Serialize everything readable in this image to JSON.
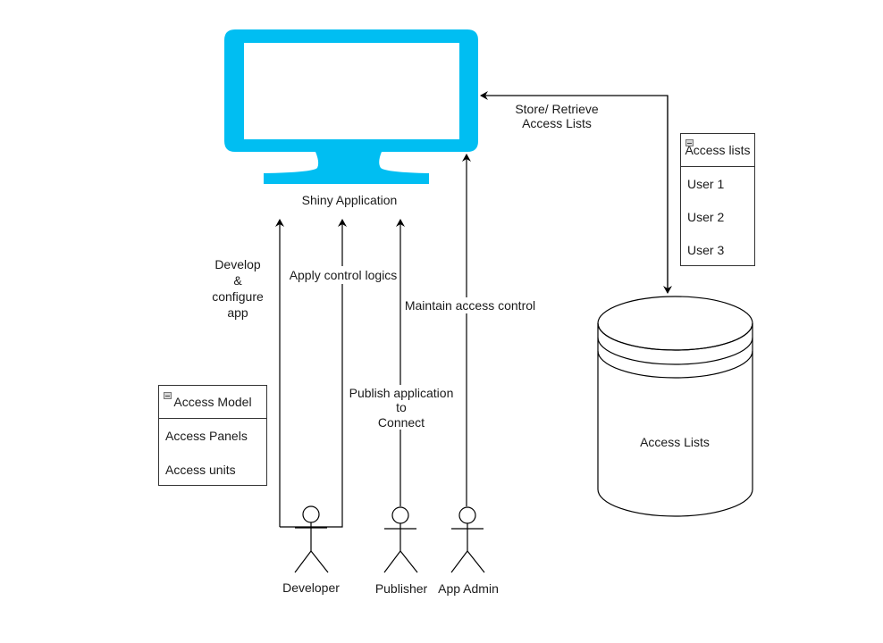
{
  "diagram": {
    "monitor": {
      "label": "Shiny Application",
      "color": "#00BEF2",
      "icon": "monitor-icon"
    },
    "database": {
      "label": "Access Lists",
      "icon": "database-cylinder-icon"
    },
    "access_lists_box": {
      "title": "Access lists",
      "items": [
        "User 1",
        "User 2",
        "User 3"
      ],
      "collapse_icon": "minus-icon"
    },
    "access_model_box": {
      "title": "Access Model",
      "items": [
        "Access Panels",
        "Access units"
      ],
      "collapse_icon": "minus-icon"
    },
    "actors": [
      {
        "name": "Developer"
      },
      {
        "name": "Publisher"
      },
      {
        "name": "App Admin"
      }
    ],
    "edges": {
      "store_retrieve": [
        "Store/ Retrieve",
        "Access Lists"
      ],
      "develop_configure": [
        "Develop",
        "&",
        "configure",
        "app"
      ],
      "apply_control": "Apply control logics",
      "publish": [
        "Publish application",
        "to",
        "Connect"
      ],
      "maintain": "Maintain access control"
    },
    "colors": {
      "line": "#000000",
      "text": "#1a1a1a",
      "monitor": "#00BEF2"
    }
  }
}
